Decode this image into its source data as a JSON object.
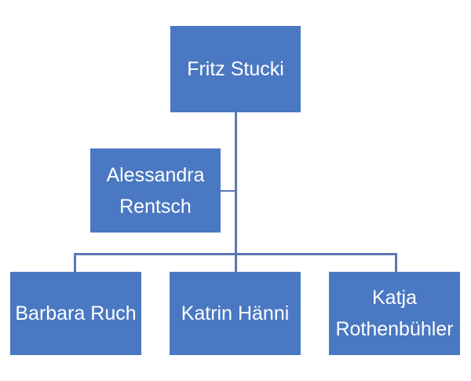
{
  "org_chart": {
    "top": {
      "name": "Fritz Stucki"
    },
    "assistant": {
      "name_lines": [
        "Alessandra",
        "Rentsch"
      ]
    },
    "reports": [
      {
        "name_lines": [
          "Barbara Ruch"
        ]
      },
      {
        "name_lines": [
          "Katrin Hänni"
        ]
      },
      {
        "name_lines": [
          "Katja",
          "Rothenbühler"
        ]
      }
    ]
  },
  "colors": {
    "node_fill": "#4a78c2",
    "node_text": "#ffffff",
    "connector": "#5a79b4"
  }
}
